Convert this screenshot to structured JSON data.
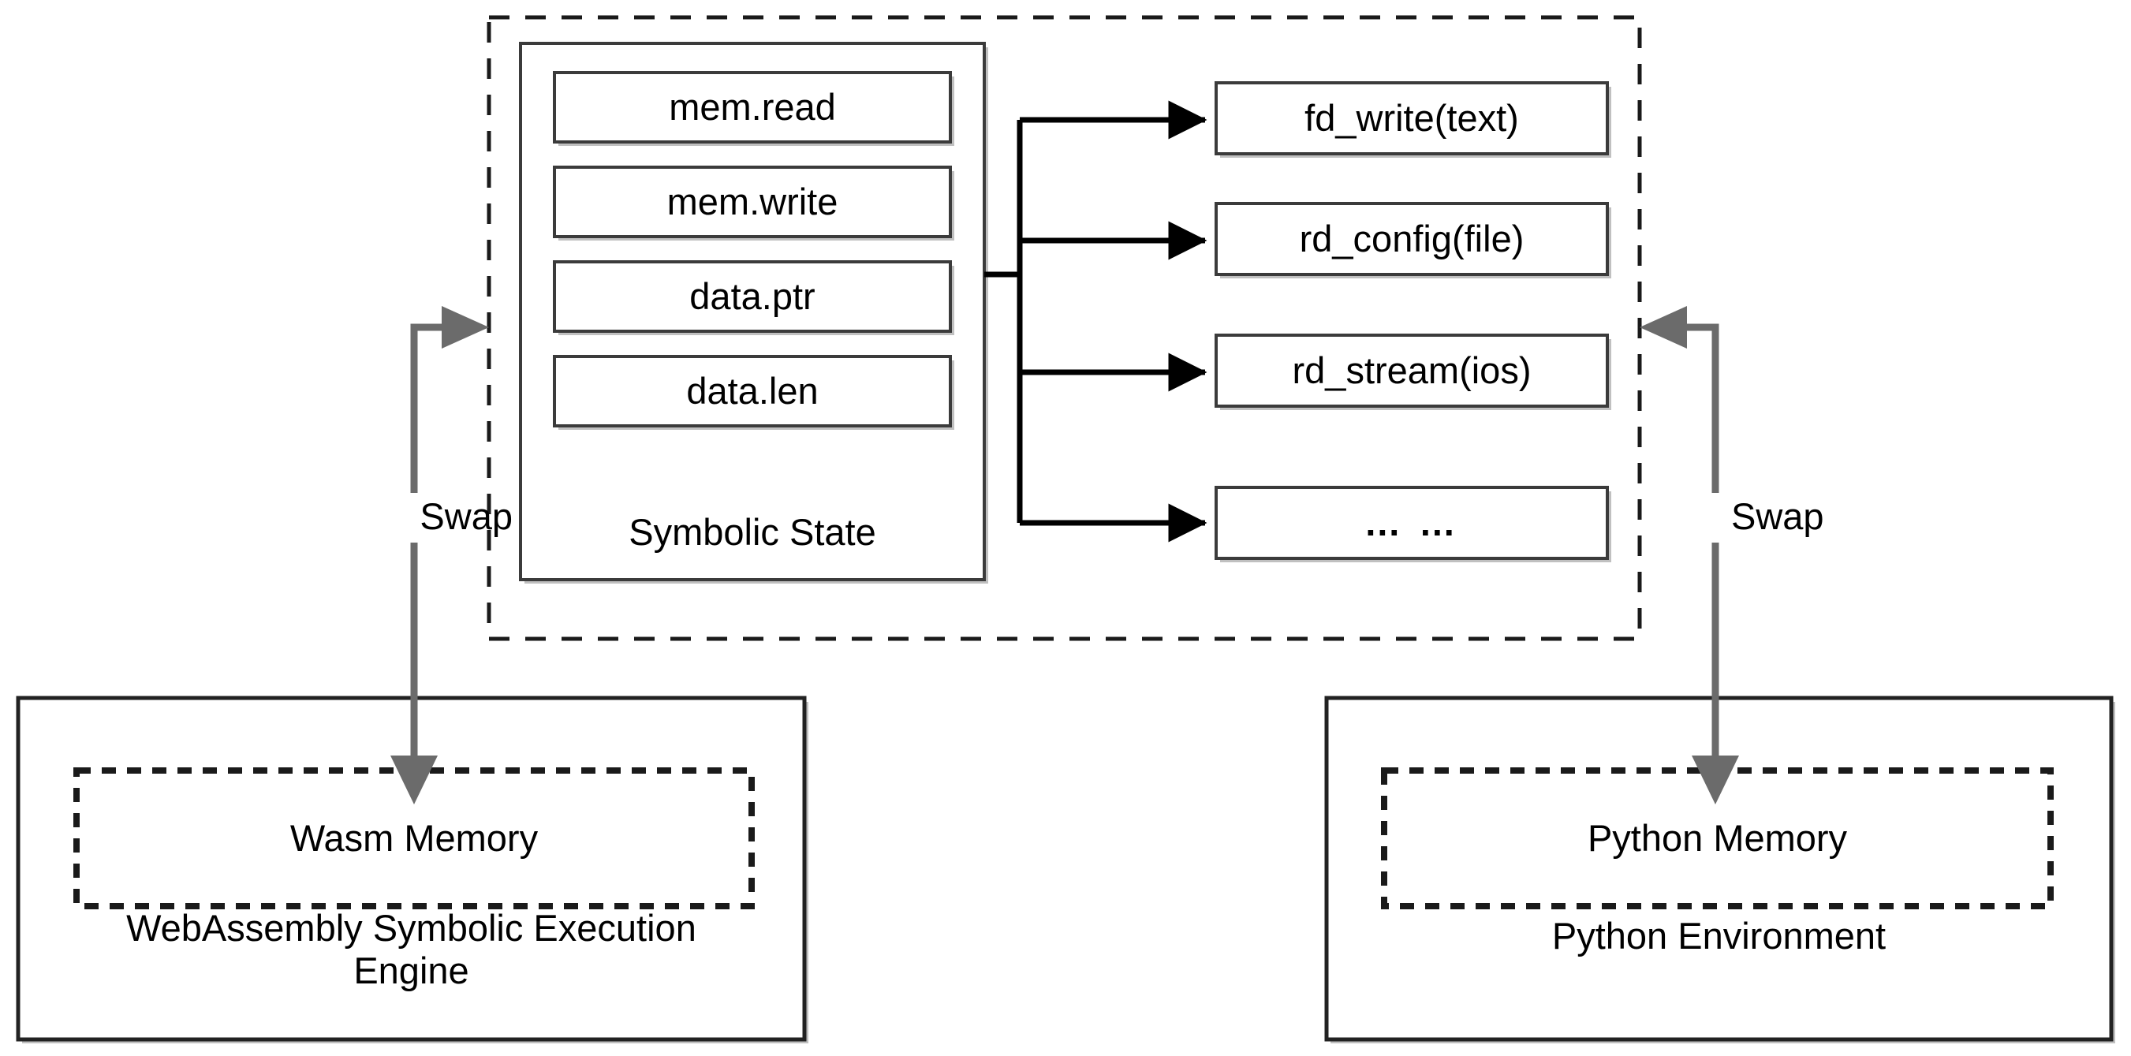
{
  "diagram": {
    "title": "WebAssembly Symbolic Execution / Python Environment memory swap architecture",
    "colors": {
      "background": "#ffffff",
      "box_border": "#3b3b3b",
      "box_shadow": "#8c8c8c",
      "dashed_border": "#1a1a1a",
      "connector_black": "#000000",
      "swap_arrow_gray": "#6b6b6b",
      "text": "#000000"
    },
    "symbolic_state": {
      "container_label": "Symbolic State",
      "fields": [
        {
          "label": "mem.read"
        },
        {
          "label": "mem.write"
        },
        {
          "label": "data.ptr"
        },
        {
          "label": "data.len"
        }
      ]
    },
    "host_functions": [
      {
        "label": "fd_write(text)"
      },
      {
        "label": "rd_config(file)"
      },
      {
        "label": "rd_stream(ios)"
      },
      {
        "label": "… …"
      }
    ],
    "swap_edges": [
      {
        "label": "Swap",
        "side": "left"
      },
      {
        "label": "Swap",
        "side": "right"
      }
    ],
    "environments": [
      {
        "memory_label": "Wasm Memory",
        "caption": "WebAssembly Symbolic Execution\nEngine"
      },
      {
        "memory_label": "Python Memory",
        "caption": "Python Environment"
      }
    ]
  }
}
